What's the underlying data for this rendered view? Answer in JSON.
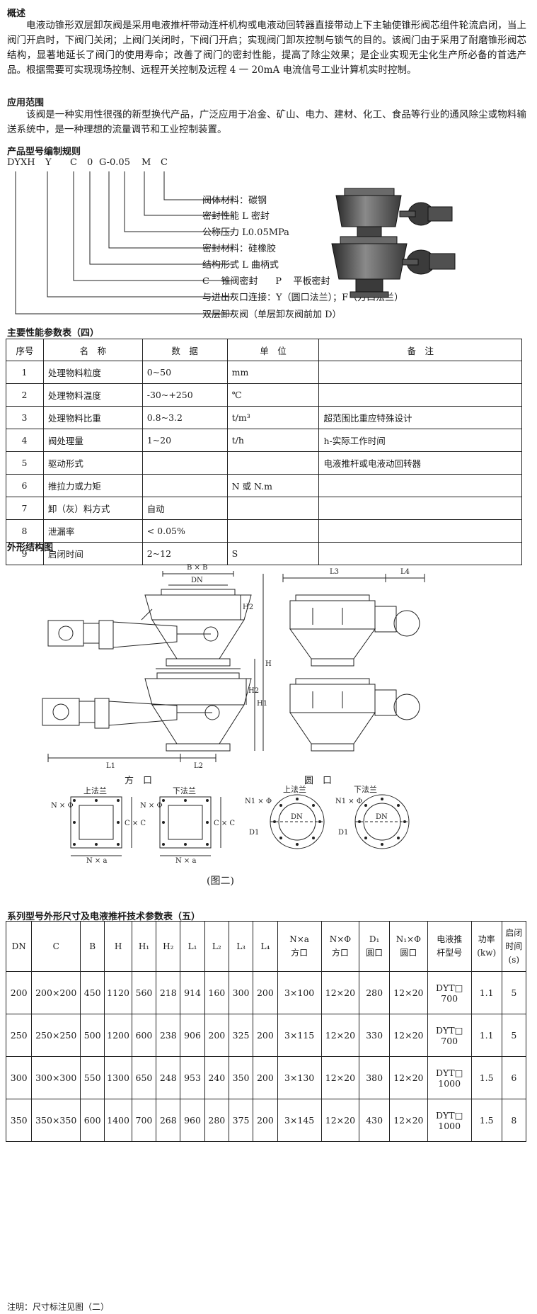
{
  "overview": {
    "heading": "概述",
    "paragraph": "电液动锥形双层卸灰阀是采用电液推杆带动连杆机构或电液动回转器直接带动上下主轴使锥形阀芯组件轮流启闭，当上阀门开启时，下阀门关闭；上阀门关闭时，下阀门开启；实现阀门卸灰控制与锁气的目的。该阀门由于采用了耐磨锥形阀芯结构，显著地延长了阀门的使用寿命；改善了阀门的密封性能，提高了除尘效果；是企业实现无尘化生产所必备的首选产品。根据需要可实现现场控制、远程开关控制及远程 4 一 20mA 电流信号工业计算机实时控制。"
  },
  "application": {
    "heading": "应用范围",
    "paragraph": "该阀是一种实用性很强的新型换代产品，广泛应用于冶金、矿山、电力、建材、化工、食品等行业的通风除尘或物料输送系统中，是一种理想的流量调节和工业控制装置。"
  },
  "model_code": {
    "heading": "产品型号编制规则",
    "codes": [
      "DYXH",
      "Y",
      "C",
      "0",
      "G-0.05",
      "M",
      "C"
    ],
    "labels": [
      "阀体材料：碳钢",
      "密封性能 L 密封",
      "公称压力 L0.05MPa",
      "密封材料：硅橡胶",
      "结构形式 L 曲柄式",
      "C    锥阀密封      P    平板密封",
      "与进出灰口连接：Y（圆口法兰）；F（方口法兰）",
      "双层卸灰阀（单层卸灰阀前加 D）"
    ]
  },
  "table4": {
    "title": "主要性能参数表（四）",
    "headers": [
      "序号",
      "名　称",
      "数　据",
      "单　位",
      "备　注"
    ],
    "rows": [
      [
        "1",
        "处理物料粒度",
        "0~50",
        "mm",
        ""
      ],
      [
        "2",
        "处理物料温度",
        "-30~+250",
        "℃",
        ""
      ],
      [
        "3",
        "处理物料比重",
        "0.8~3.2",
        "t/m³",
        "超范围比重应特殊设计"
      ],
      [
        "4",
        "阀处理量",
        "1~20",
        "t/h",
        "h-实际工作时间"
      ],
      [
        "5",
        "驱动形式",
        "",
        "",
        "电液推杆或电液动回转器"
      ],
      [
        "6",
        "推拉力或力矩",
        "",
        "N 或 N.m",
        ""
      ],
      [
        "7",
        "卸（灰）料方式",
        "自动",
        "",
        ""
      ],
      [
        "8",
        "泄漏率",
        "< 0.05%",
        "",
        ""
      ],
      [
        "9",
        "启闭时间",
        "2~12",
        "S",
        ""
      ]
    ]
  },
  "drawing": {
    "heading": "外形结构图",
    "dims": {
      "bxb": "B × B",
      "dn": "DN",
      "h2": "H2",
      "h1": "H1",
      "h": "H",
      "l1": "L1",
      "l2": "L2",
      "l3": "L3",
      "l4": "L4"
    },
    "square_title": "方　口",
    "round_title": "圆　口",
    "upper_flange": "上法兰",
    "lower_flange": "下法兰",
    "nxphi": "N × Φ",
    "n1xphi": "N1 × Φ",
    "cxc": "C × C",
    "nxa": "N × a",
    "d1": "D1",
    "caption": "(图二)"
  },
  "table5": {
    "title": "系列型号外形尺寸及电液推杆技术参数表（五）",
    "headers": [
      "DN",
      "C",
      "B",
      "H",
      "H₁",
      "H₂",
      "L₁",
      "L₂",
      "L₃",
      "L₄",
      "N×a\n方口",
      "N×Φ\n方口",
      "D₁\n圆口",
      "N₁×Φ\n圆口",
      "电液推\n杆型号",
      "功率\n(kw)",
      "启闭\n时间\n(s)"
    ],
    "rows": [
      [
        "200",
        "200×200",
        "450",
        "1120",
        "560",
        "218",
        "914",
        "160",
        "300",
        "200",
        "3×100",
        "12×20",
        "280",
        "12×20",
        "DYT□\n700",
        "1.1",
        "5"
      ],
      [
        "250",
        "250×250",
        "500",
        "1200",
        "600",
        "238",
        "906",
        "200",
        "325",
        "200",
        "3×115",
        "12×20",
        "330",
        "12×20",
        "DYT□\n700",
        "1.1",
        "5"
      ],
      [
        "300",
        "300×300",
        "550",
        "1300",
        "650",
        "248",
        "953",
        "240",
        "350",
        "200",
        "3×130",
        "12×20",
        "380",
        "12×20",
        "DYT□\n1000",
        "1.5",
        "6"
      ],
      [
        "350",
        "350×350",
        "600",
        "1400",
        "700",
        "268",
        "960",
        "280",
        "375",
        "200",
        "3×145",
        "12×20",
        "430",
        "12×20",
        "DYT□\n1000",
        "1.5",
        "8"
      ]
    ]
  },
  "footnote": "注明：尺寸标注见图（二）"
}
